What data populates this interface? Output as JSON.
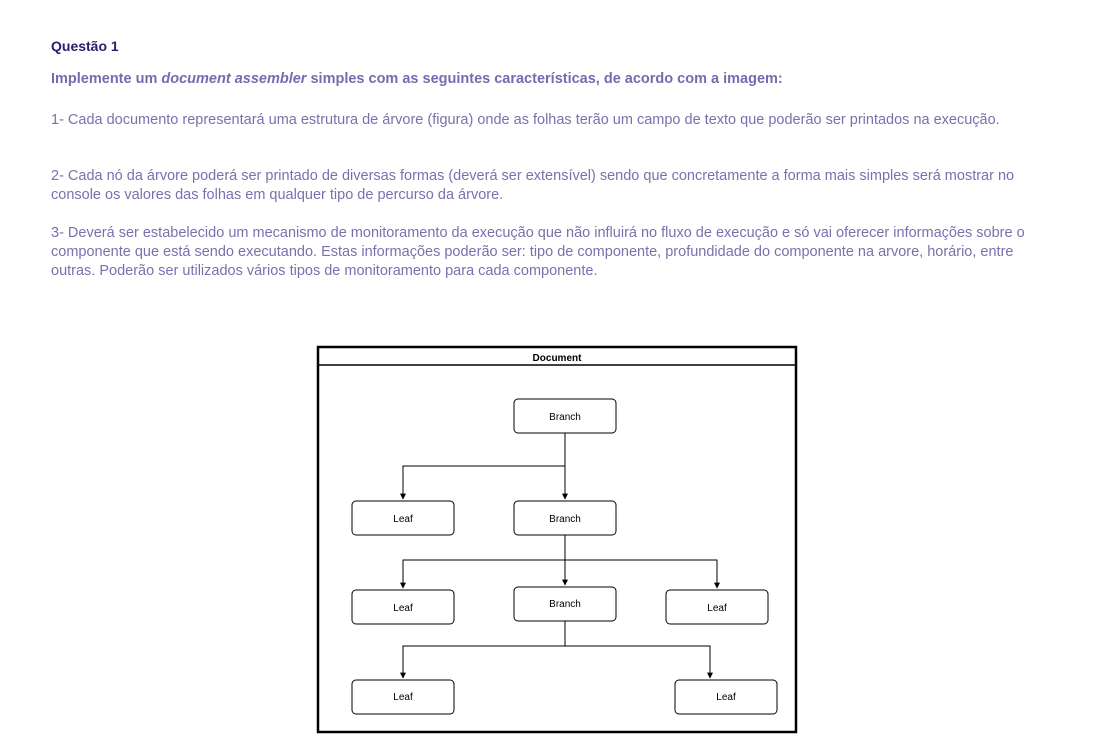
{
  "question": {
    "title": "Questão 1",
    "subtitle_before": "Implemente um ",
    "subtitle_em": "document assembler",
    "subtitle_after": " simples com as seguintes características, de acordo com a imagem:",
    "items": [
      "1- Cada documento representará uma estrutura de árvore (figura) onde as folhas terão um campo de texto que poderão ser printados na execução.",
      "2- Cada nó da árvore poderá ser printado de diversas formas (deverá ser extensível) sendo que concretamente a forma mais simples será mostrar no console os valores das folhas em qualquer tipo de percurso da árvore.",
      "3- Deverá ser estabelecido um mecanismo de monitoramento da execução que não influirá no fluxo de execução e só vai oferecer informações sobre o componente que está sendo executando. Estas informações poderão ser: tipo de componente, profundidade do componente na arvore, horário, entre outras. Poderão ser utilizados vários tipos de monitoramento para cada componente."
    ]
  },
  "diagram": {
    "container_label": "Document",
    "nodes": [
      {
        "label": "Branch"
      },
      {
        "label": "Leaf"
      },
      {
        "label": "Branch"
      },
      {
        "label": "Leaf"
      },
      {
        "label": "Branch"
      },
      {
        "label": "Leaf"
      },
      {
        "label": "Leaf"
      },
      {
        "label": "Leaf"
      }
    ]
  }
}
